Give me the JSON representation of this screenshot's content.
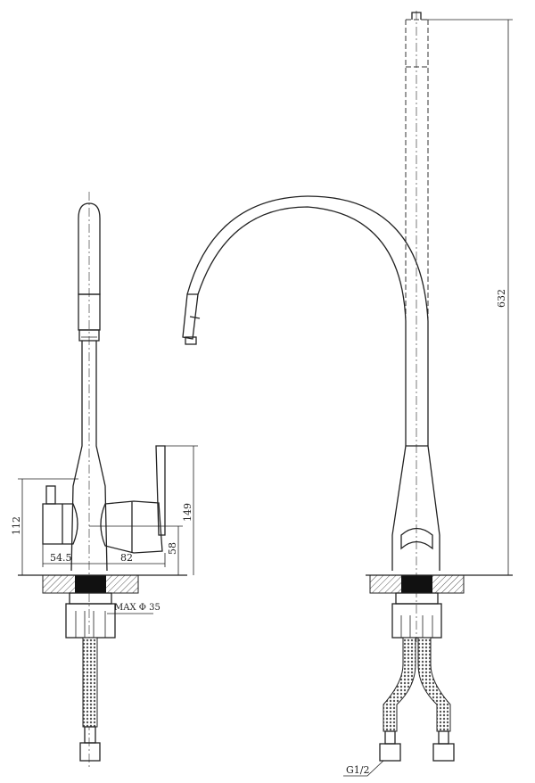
{
  "title": "Kitchen faucet technical drawing",
  "dimensions": {
    "height_body": "112",
    "height_lever": "149",
    "height_axis": "58",
    "width_left": "54.5",
    "width_right": "82",
    "mount_hole": "MAX Φ 35",
    "total_height": "632",
    "connection": "G1/2"
  },
  "colors": {
    "line": "#222222",
    "thread": "#111111"
  }
}
